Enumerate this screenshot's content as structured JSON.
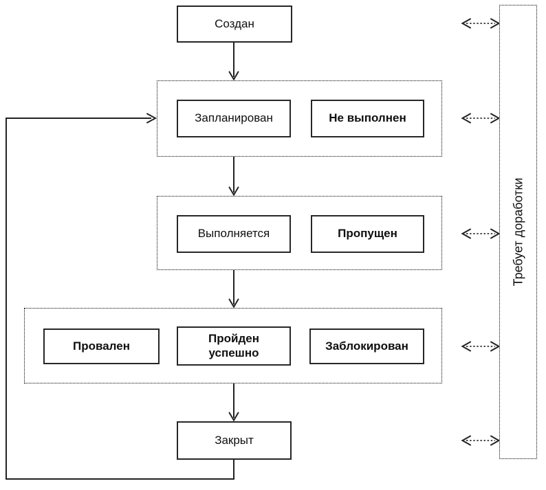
{
  "diagram": {
    "background": "#ffffff",
    "line_color": "#222222",
    "nodes": {
      "created": {
        "label": "Создан",
        "bold": false
      },
      "planned": {
        "label": "Запланирован",
        "bold": false
      },
      "not_executed": {
        "label": "Не выполнен",
        "bold": true
      },
      "in_progress": {
        "label": "Выполняется",
        "bold": false
      },
      "skipped": {
        "label": "Пропущен",
        "bold": true
      },
      "failed": {
        "label": "Провален",
        "bold": true
      },
      "passed": {
        "label": "Пройден\nуспешно",
        "bold": true
      },
      "blocked": {
        "label": "Заблокирован",
        "bold": true
      },
      "closed": {
        "label": "Закрыт",
        "bold": false
      },
      "rework": {
        "label": "Требует доработки",
        "bold": false
      }
    },
    "groups": [
      {
        "id": "planned-group",
        "members": [
          "planned",
          "not_executed"
        ]
      },
      {
        "id": "in-progress-group",
        "members": [
          "in_progress",
          "skipped"
        ]
      },
      {
        "id": "result-group",
        "members": [
          "failed",
          "passed",
          "blocked"
        ]
      }
    ],
    "edges": [
      {
        "from": "created",
        "to": "planned-group",
        "style": "solid-arrow"
      },
      {
        "from": "planned-group",
        "to": "in-progress-group",
        "style": "solid-arrow"
      },
      {
        "from": "in-progress-group",
        "to": "result-group",
        "style": "solid-arrow"
      },
      {
        "from": "result-group",
        "to": "closed",
        "style": "solid-arrow"
      },
      {
        "from": "closed",
        "to": "planned-group",
        "style": "solid-arrow-loop"
      },
      {
        "from": "created",
        "to": "rework",
        "style": "dotted-double-arrow"
      },
      {
        "from": "planned-group",
        "to": "rework",
        "style": "dotted-double-arrow"
      },
      {
        "from": "in-progress-group",
        "to": "rework",
        "style": "dotted-double-arrow"
      },
      {
        "from": "result-group",
        "to": "rework",
        "style": "dotted-double-arrow"
      },
      {
        "from": "closed",
        "to": "rework",
        "style": "dotted-double-arrow"
      }
    ]
  }
}
